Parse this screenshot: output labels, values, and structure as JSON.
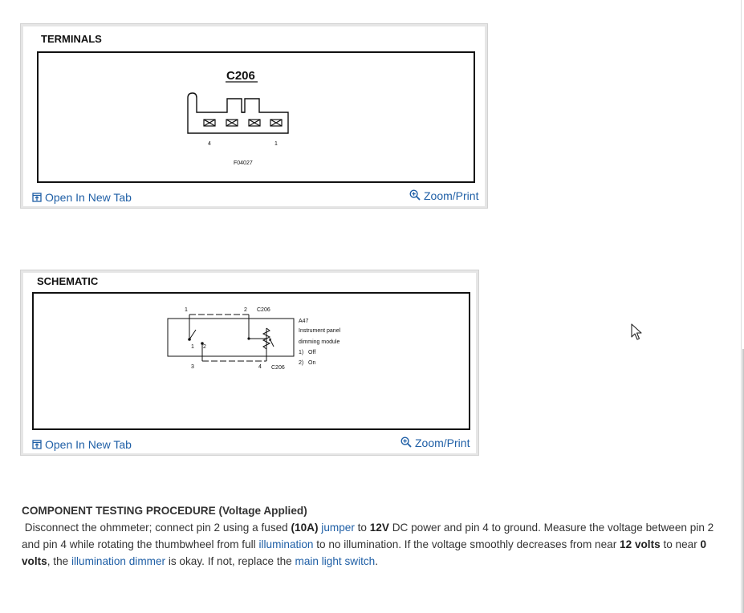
{
  "figures": [
    {
      "title": "TERMINALS",
      "connector_label": "C206",
      "pin_left": "4",
      "pin_right": "1",
      "figure_code": "F04027",
      "open_link": "Open In New Tab",
      "zoom_link": "Zoom/Print"
    },
    {
      "title": "SCHEMATIC",
      "pin_1": "1",
      "pin_2": "2",
      "connector_top": "C206",
      "switch_pos_1": "1",
      "switch_pos_2": "2",
      "pin_3": "3",
      "pin_4": "4",
      "connector_bottom": "C206",
      "module_code": "A47",
      "module_line1": "Instrument panel",
      "module_line2": "dimming module",
      "state_1": "1)   Off",
      "state_2": "2)   On",
      "open_link": "Open In New Tab",
      "zoom_link": "Zoom/Print"
    }
  ],
  "procedure": {
    "title": "COMPONENT TESTING PROCEDURE",
    "title_suffix": " (Voltage Applied)",
    "t1": " Disconnect the ohmmeter; connect pin 2 using a fused ",
    "b1": "(10A)",
    "t2": " ",
    "k1": "jumper",
    "t3": " to ",
    "b2": "12V",
    "t4": " DC power and pin 4 to ground. Measure the voltage between pin 2 and pin 4 while rotating the thumbwheel from full ",
    "k2": "illumination",
    "t5": " to no illumination. If the voltage smoothly decreases from near ",
    "b3": "12 volts",
    "t6": " to near ",
    "b4": "0 volts",
    "t7": ", the ",
    "k3": "illumination dimmer",
    "t8": " is okay. If not, replace the ",
    "k4": "main light switch",
    "t9": "."
  },
  "colors": {
    "link": "#1f5fa6",
    "figure_border": "#d2d2d2",
    "text": "#333333"
  },
  "icons": {
    "open": "open-new-tab-icon",
    "zoom": "zoom-in-icon",
    "cursor": "mouse-pointer-icon"
  }
}
